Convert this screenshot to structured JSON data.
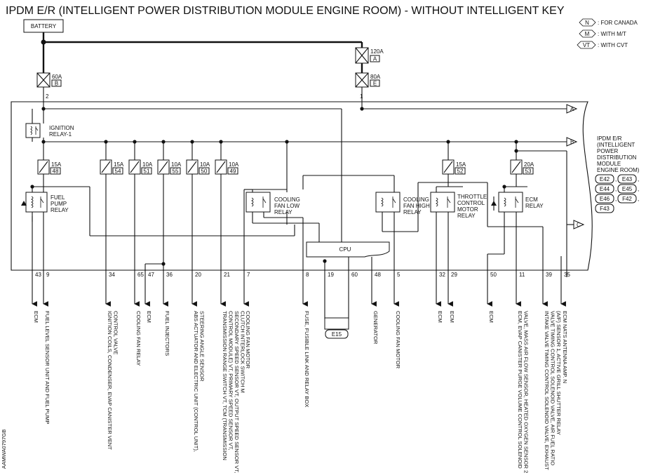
{
  "title": "IPDM E/R (INTELLIGENT POWER DISTRIBUTION MODULE ENGINE ROOM) - WITHOUT INTELLIGENT KEY",
  "battery": "BATTERY",
  "legend": [
    {
      "symbol": "N",
      "text": ": FOR CANADA"
    },
    {
      "symbol": "M",
      "text": ": WITH M/T"
    },
    {
      "symbol": "VT",
      "text": ": WITH CVT"
    }
  ],
  "main_fuses": [
    {
      "amp": "60A",
      "code": "B",
      "pin": "2"
    },
    {
      "amp": "120A",
      "code": "A"
    },
    {
      "amp": "80A",
      "code": "E",
      "pin": "1"
    }
  ],
  "ipdm": {
    "name_lines": [
      "IPDM E/R",
      "(INTELLIGENT",
      "POWER",
      "DISTRIBUTION",
      "MODULE",
      "ENGINE ROOM)"
    ],
    "connectors": [
      "E42",
      "E43",
      "E44",
      "E45",
      "E46",
      "F42",
      "F43"
    ]
  },
  "connectors_right": [
    "A",
    "B",
    "C"
  ],
  "ignition_relay": [
    "IGNITION",
    "RELAY-1"
  ],
  "fuses": [
    {
      "amp": "15A",
      "num": "48"
    },
    {
      "amp": "15A",
      "num": "54"
    },
    {
      "amp": "10A",
      "num": "51"
    },
    {
      "amp": "10A",
      "num": "55"
    },
    {
      "amp": "10A",
      "num": "50"
    },
    {
      "amp": "10A",
      "num": "49"
    },
    {
      "amp": "15A",
      "num": "52"
    },
    {
      "amp": "20A",
      "num": "53"
    }
  ],
  "relays": [
    {
      "lines": [
        "FUEL",
        "PUMP",
        "RELAY"
      ]
    },
    {
      "lines": [
        "COOLING",
        "FAN LOW",
        "RELAY"
      ]
    },
    {
      "lines": [
        "COOLING",
        "FAN HIGH",
        "RELAY"
      ]
    },
    {
      "lines": [
        "THROTTLE",
        "CONTROL",
        "MOTOR",
        "RELAY"
      ]
    },
    {
      "lines": [
        "ECM",
        "RELAY"
      ]
    }
  ],
  "cpu": "CPU",
  "ground": "E15",
  "outputs": [
    {
      "pin": "43",
      "dest": "ECM"
    },
    {
      "pin": "9",
      "dest": "FUEL LEVEL SENSOR UNIT AND FUEL PUMP"
    },
    {
      "pin": "34",
      "dest": "IGNITION COILS, CONDENSER, EVAP CANISTER VENT CONTROL VALVE"
    },
    {
      "pin": "65",
      "dest": "COOLING FAN RELAY"
    },
    {
      "pin": "47",
      "dest": "ECM"
    },
    {
      "pin": "36",
      "dest": "FUEL INJECTORS"
    },
    {
      "pin": "20",
      "dest": "ABS ACTUATOR AND ELECTRIC UNIT (CONTROL UNIT), STEERING ANGLE SENSOR"
    },
    {
      "pin": "21",
      "dest": "TRANSMISSION RANGE SWITCH VT, TCM (TRANSMISSION CONTROL MODULE) VT, PRIMARY SPEED SENSOR VT, SECONDARY SPEED SENSOR VT, OUTPUT SPEED SENSOR VT, CLUTCH INTERLOCK SWITCH M"
    },
    {
      "pin": "7",
      "dest": "COOLING FAN MOTOR"
    },
    {
      "pin": "8",
      "dest": "FUSE, FUSIBLE LINK AND RELAY BOX"
    },
    {
      "pin": "19",
      "dest": ""
    },
    {
      "pin": "60",
      "dest": ""
    },
    {
      "pin": "48",
      "dest": "GENERATOR"
    },
    {
      "pin": "5",
      "dest": "COOLING FAN MOTOR"
    },
    {
      "pin": "32",
      "dest": "ECM"
    },
    {
      "pin": "29",
      "dest": "ECM"
    },
    {
      "pin": "50",
      "dest": "ECM"
    },
    {
      "pin": "11",
      "dest": "ECM, EVAP CANISTER PURGE VOLUME CONTROL SOLENOID VALVE, MASS AIR FLOW SENSOR, HEATED OXYGEN SENSOR 2"
    },
    {
      "pin": "39",
      "dest": "INTAKE VALVE TIMING CONTROL SOLENOID VALVE, EXHAUST VALVE TIMING CONTROL SOLENOID VALVE, AIR FUEL RATIO (A/F) SENSOR 1, ACTIVE GRILL SHUTTER RELAY"
    },
    {
      "pin": "35",
      "dest": "ECM NATS ANTENNA AMP. N"
    }
  ],
  "diagram_code": "AAMWA0797GB"
}
